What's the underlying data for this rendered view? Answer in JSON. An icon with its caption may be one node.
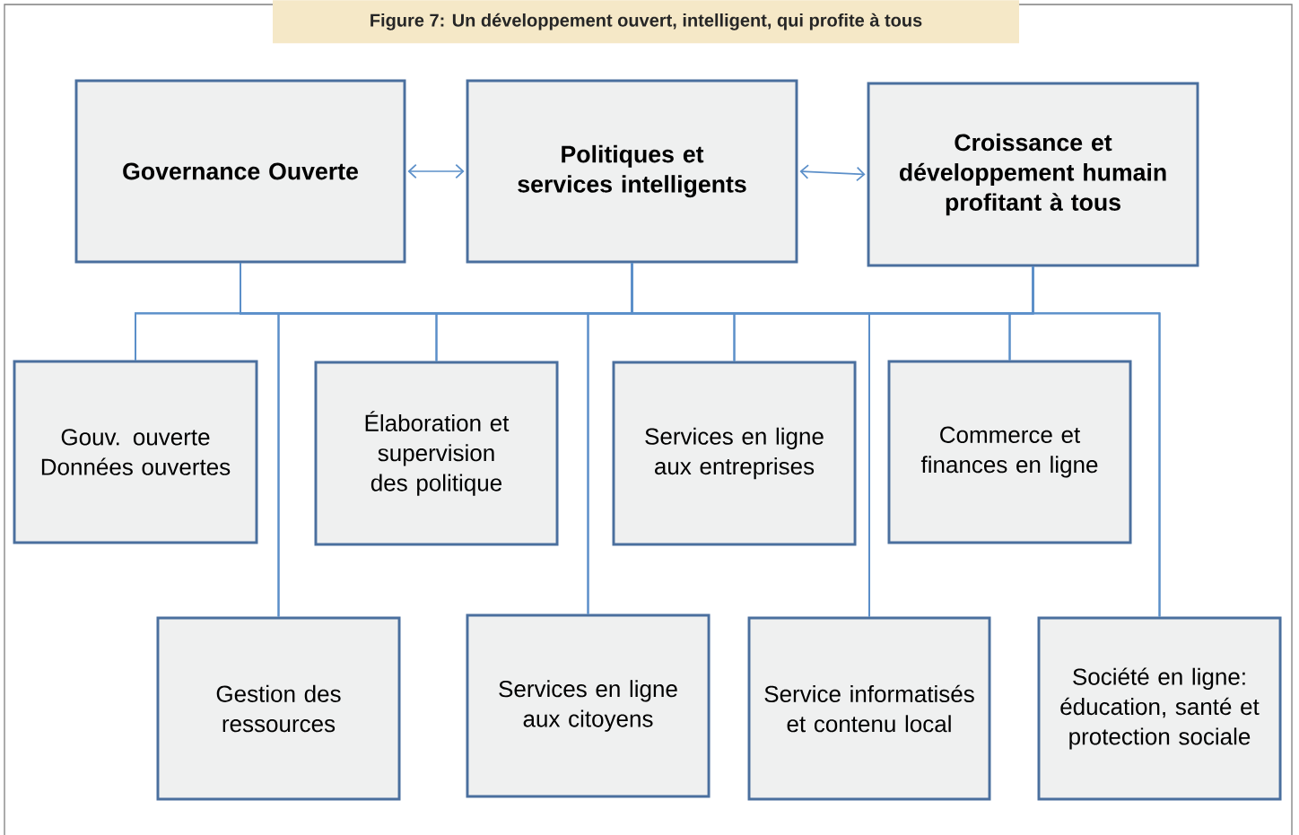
{
  "diagram": {
    "title": "Figure 7: Un développement ouvert, intelligent, qui profite à tous",
    "nodes": [
      {
        "text": [
          "Governance Ouverte"
        ]
      },
      {
        "text": [
          "Politiques et services intelligents"
        ]
      },
      {
        "text": [
          "Croissance et développement humain profitant à tous"
        ]
      },
      {
        "text": [
          "Gouv. ouverte Données ouvertes"
        ]
      },
      {
        "text": [
          "Élaboration et supervision des politique"
        ]
      },
      {
        "text": [
          "Services en ligne aux entreprises"
        ]
      },
      {
        "text": [
          "Commerce et finances en ligne"
        ]
      },
      {
        "text": [
          "Gestion des ressources"
        ]
      },
      {
        "text": [
          "Services en ligne aux citoyens"
        ]
      },
      {
        "text": [
          "Service informatisés et contenu local"
        ]
      },
      {
        "text": [
          "Société en ligne: éducation, santé et protection sociale"
        ]
      }
    ],
    "edges": [
      {
        "from": 0,
        "to": 1,
        "arrow": "both"
      },
      {
        "from": 1,
        "to": 2,
        "arrow": "both"
      },
      {
        "from": 0,
        "to": 3,
        "arrow": "none"
      },
      {
        "from": 0,
        "to": 7,
        "arrow": "none"
      },
      {
        "from": 0,
        "to": 4,
        "arrow": "none"
      },
      {
        "from": 0,
        "to": 8,
        "arrow": "none"
      },
      {
        "from": 0,
        "to": 5,
        "arrow": "none"
      },
      {
        "from": 0,
        "to": 9,
        "arrow": "none"
      },
      {
        "from": 0,
        "to": 6,
        "arrow": "none"
      },
      {
        "from": 0,
        "to": 10,
        "arrow": "none"
      },
      {
        "from": 1,
        "to": 3,
        "arrow": "none"
      },
      {
        "from": 1,
        "to": 7,
        "arrow": "none"
      },
      {
        "from": 1,
        "to": 4,
        "arrow": "none"
      },
      {
        "from": 1,
        "to": 8,
        "arrow": "none"
      },
      {
        "from": 1,
        "to": 5,
        "arrow": "none"
      },
      {
        "from": 1,
        "to": 9,
        "arrow": "none"
      },
      {
        "from": 1,
        "to": 6,
        "arrow": "none"
      },
      {
        "from": 1,
        "to": 10,
        "arrow": "none"
      },
      {
        "from": 2,
        "to": 3,
        "arrow": "none"
      },
      {
        "from": 2,
        "to": 7,
        "arrow": "none"
      },
      {
        "from": 2,
        "to": 4,
        "arrow": "none"
      },
      {
        "from": 2,
        "to": 8,
        "arrow": "none"
      },
      {
        "from": 2,
        "to": 5,
        "arrow": "none"
      },
      {
        "from": 2,
        "to": 9,
        "arrow": "none"
      },
      {
        "from": 2,
        "to": 6,
        "arrow": "none"
      },
      {
        "from": 2,
        "to": 10,
        "arrow": "none"
      }
    ]
  }
}
